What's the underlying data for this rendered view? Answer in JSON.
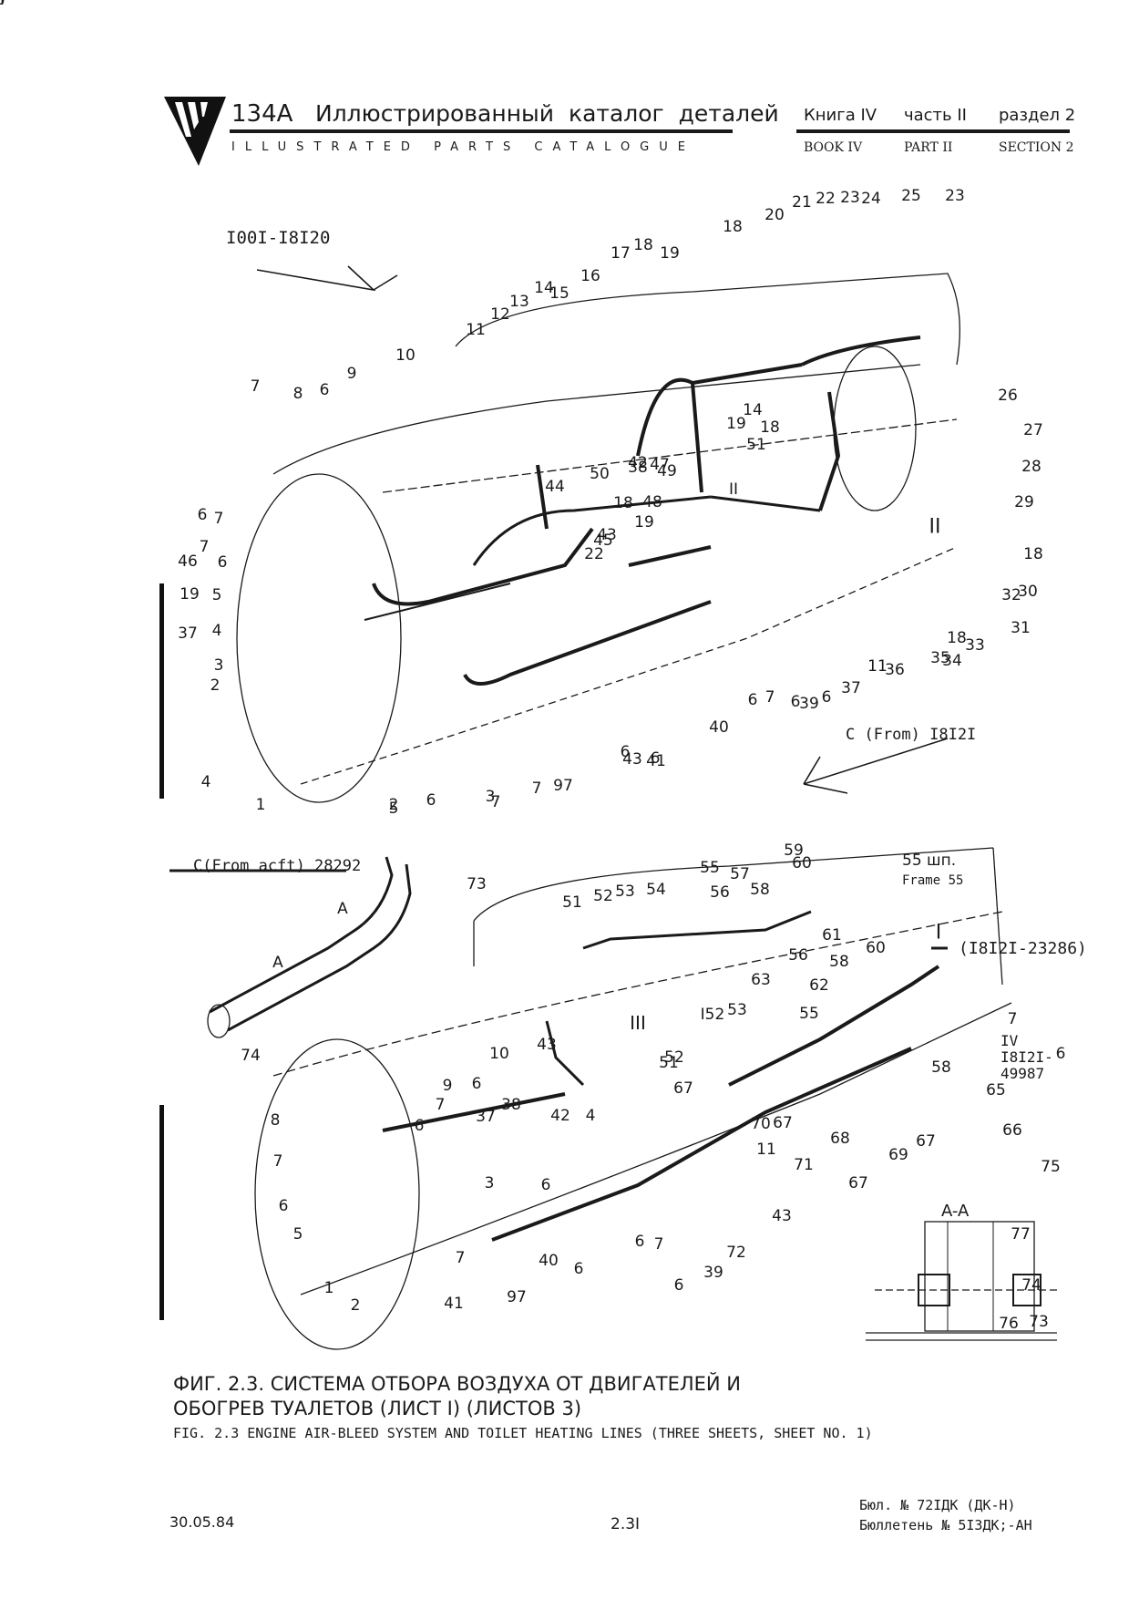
{
  "header": {
    "model": "134A",
    "title_ru": "Иллюстрированный каталог деталей",
    "title_en": "ILLUSTRATED PARTS CATALOGUE",
    "book_ru": "Книга IV",
    "part_ru": "часть II",
    "section_ru": "раздел 2",
    "book_en": "BOOK IV",
    "part_en": "PART II",
    "section_en": "SECTION 2"
  },
  "diagram": {
    "effectivity_upper": "I00I-I8I20",
    "c_from": "C (From) I8I2I",
    "c_from_acft": "C(From acft) 28292",
    "frame_ru": "55 шп.",
    "frame_en": "Frame 55",
    "sheet_ref": "(I8I2I-23286)",
    "zone_iv": "IV",
    "effectivity_iv_1": "I8I2I-",
    "effectivity_iv_2": "49987",
    "section_label": "A-A",
    "roman_ii": "II",
    "roman_iii": "III",
    "roman_i": "I",
    "arrow_a": "A",
    "upper_callouts": [
      "1",
      "2",
      "3",
      "4",
      "5",
      "6",
      "7",
      "8",
      "6",
      "7",
      "9",
      "10",
      "11",
      "12",
      "13",
      "14",
      "15",
      "16",
      "17",
      "18",
      "19",
      "18",
      "20",
      "21",
      "22",
      "23",
      "24",
      "25",
      "23",
      "26",
      "27",
      "28",
      "29",
      "18",
      "30",
      "31",
      "18",
      "32",
      "33",
      "34",
      "35",
      "36",
      "11",
      "37",
      "6",
      "39",
      "6",
      "7",
      "6",
      "40",
      "41",
      "6",
      "7",
      "97",
      "7",
      "6",
      "5",
      "4",
      "3",
      "2",
      "6",
      "7",
      "46",
      "19",
      "37",
      "43",
      "6",
      "38",
      "42",
      "44",
      "50",
      "43",
      "22",
      "45",
      "18",
      "19",
      "47",
      "48",
      "49",
      "14",
      "51",
      "18",
      "19",
      "II",
      "II",
      "6"
    ],
    "lower_callouts": [
      "73",
      "74",
      "51",
      "52",
      "53",
      "54",
      "55",
      "56",
      "57",
      "58",
      "59",
      "60",
      "61",
      "56",
      "58",
      "60",
      "62",
      "63",
      "55",
      "I52",
      "53",
      "51",
      "52",
      "67",
      "58",
      "65",
      "66",
      "67",
      "67",
      "68",
      "69",
      "67",
      "70",
      "71",
      "11",
      "43",
      "72",
      "39",
      "6",
      "7",
      "6",
      "40",
      "6",
      "41",
      "7",
      "97",
      "1",
      "2",
      "5",
      "6",
      "7",
      "8",
      "6",
      "7",
      "9",
      "6",
      "37",
      "43",
      "10",
      "38",
      "42",
      "4",
      "3",
      "6",
      "7",
      "6",
      "75",
      "77",
      "74",
      "73",
      "76"
    ]
  },
  "caption": {
    "ru_line1": "ФИГ. 2.3. СИСТЕМА ОТБОРА ВОЗДУХА ОТ ДВИГАТЕЛЕЙ И",
    "ru_line2": "ОБОГРЕВ ТУАЛЕТОВ  (ЛИСТ I)  (ЛИСТОВ 3)",
    "en": "FIG. 2.3 ENGINE AIR-BLEED SYSTEM AND TOILET HEATING LINES (THREE SHEETS, SHEET NO. 1)"
  },
  "footer": {
    "date": "30.05.84",
    "page": "2.3I",
    "bulletin_1": "Бюл. № 72IДК (ДК-Н)",
    "bulletin_2": "Бюллетень № 5I3ДК;-АН"
  }
}
